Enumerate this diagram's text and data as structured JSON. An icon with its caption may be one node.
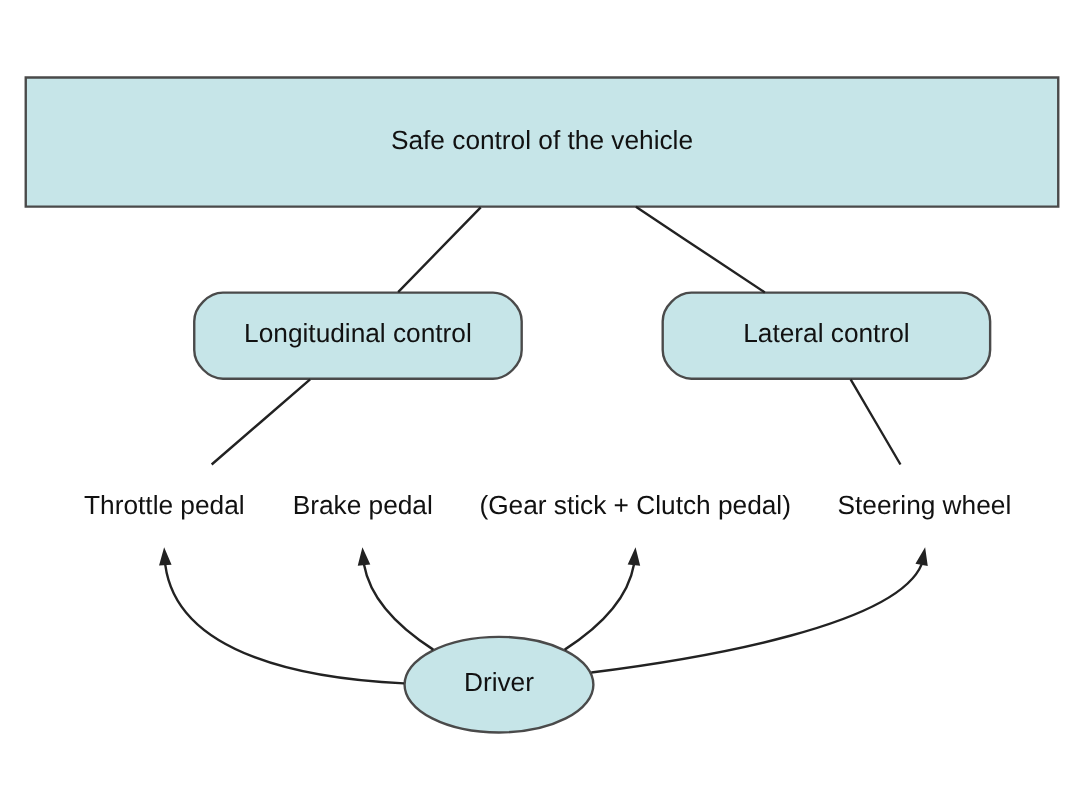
{
  "diagram": {
    "nodes": [
      {
        "text": [
          "Safe control of the vehicle"
        ]
      },
      {
        "text": [
          "Longitudinal control"
        ]
      },
      {
        "text": [
          "Lateral control"
        ]
      },
      {
        "text": [
          "Throttle pedal"
        ]
      },
      {
        "text": [
          "Brake pedal"
        ]
      },
      {
        "text": [
          "(Gear stick + Clutch pedal)"
        ]
      },
      {
        "text": [
          "Steering wheel"
        ]
      },
      {
        "text": [
          "Driver"
        ]
      }
    ],
    "edges": [
      {
        "from": 0,
        "to": 1,
        "arrow": "none"
      },
      {
        "from": 0,
        "to": 2,
        "arrow": "none"
      },
      {
        "from": 1,
        "to": 3,
        "arrow": "none"
      },
      {
        "from": 2,
        "to": 6,
        "arrow": "none"
      },
      {
        "from": 7,
        "to": 3,
        "arrow": "to"
      },
      {
        "from": 7,
        "to": 4,
        "arrow": "to"
      },
      {
        "from": 7,
        "to": 5,
        "arrow": "to"
      },
      {
        "from": 7,
        "to": 6,
        "arrow": "to"
      }
    ]
  }
}
